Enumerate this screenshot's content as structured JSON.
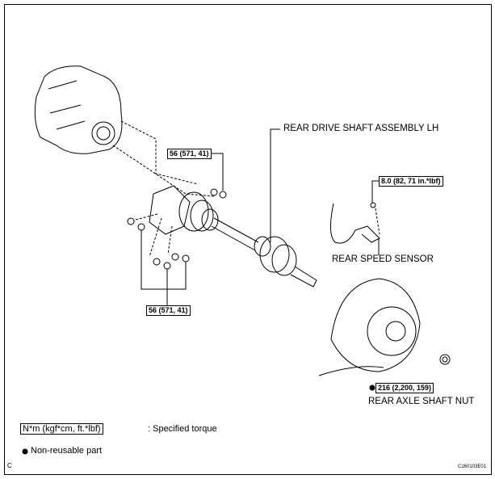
{
  "labels": {
    "drive_shaft": "REAR DRIVE SHAFT ASSEMBLY LH",
    "speed_sensor": "REAR SPEED SENSOR",
    "axle_nut": "REAR AXLE SHAFT NUT"
  },
  "torques": {
    "flange_nut_upper": "56 (571, 41)",
    "flange_nut_lower": "56 (571, 41)",
    "sensor_bolt": "8.0 (82, 71 in.*lbf)",
    "axle_nut": "216 (2,200, 159)"
  },
  "legend": {
    "torque_unit": "N*m (kgf*cm, ft.*lbf)",
    "torque_desc": ": Specified torque",
    "nonreusable": "Non-reusable part"
  },
  "footer": {
    "corner_letter": "C",
    "figure_id": "C160103E01"
  }
}
